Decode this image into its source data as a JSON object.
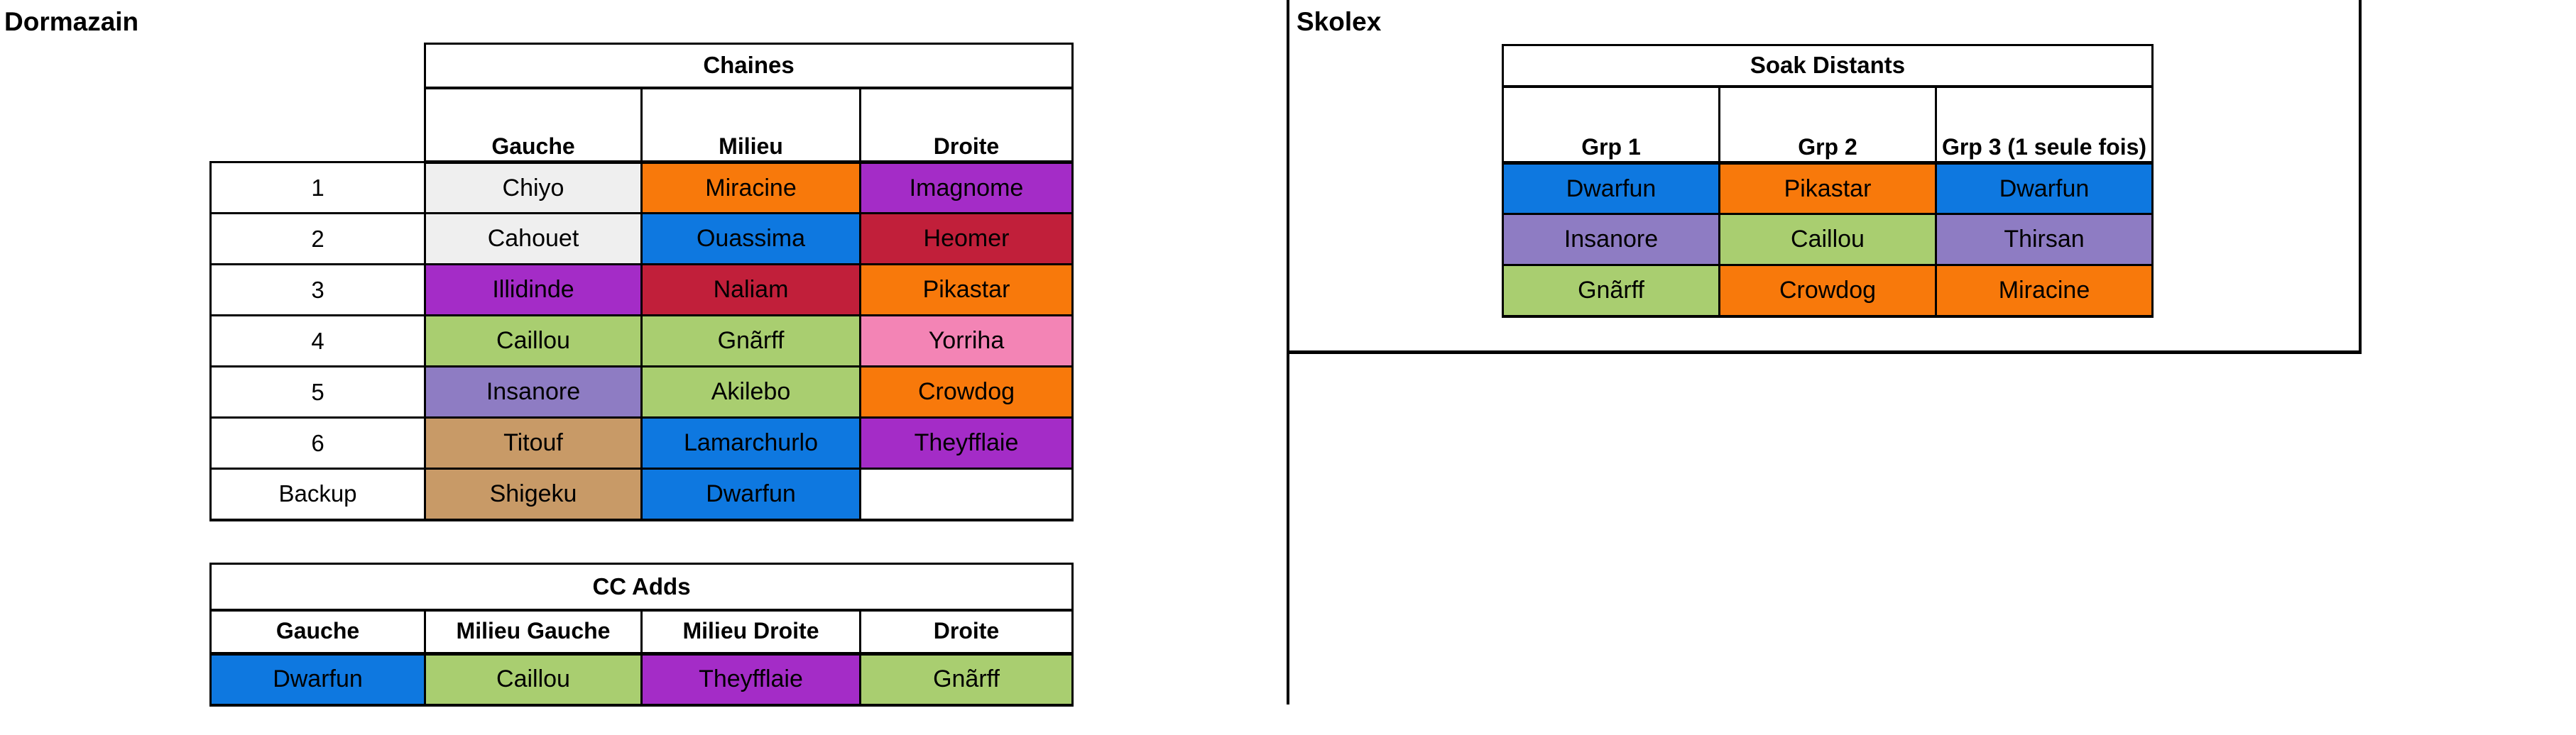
{
  "sections": {
    "dormazain": {
      "label": "Dormazain"
    },
    "skolex": {
      "label": "Skolex"
    }
  },
  "palette": {
    "white": "#ffffff",
    "gray": "#efefef",
    "orange": "#f8790b",
    "blue": "#0e78e0",
    "crimson": "#c11f3a",
    "purple": "#a42cc7",
    "violet": "#8e7cc3",
    "green": "#a9ce70",
    "pink": "#f384b5",
    "tan": "#c89a67"
  },
  "tables": {
    "chaines": {
      "title": "Chaines",
      "headers": [
        "Gauche",
        "Milieu",
        "Droite"
      ],
      "rows": [
        {
          "label": "1",
          "cells": [
            {
              "text": "Chiyo",
              "bg": "gray"
            },
            {
              "text": "Miracine",
              "bg": "orange"
            },
            {
              "text": "Imagnome",
              "bg": "purple"
            }
          ]
        },
        {
          "label": "2",
          "cells": [
            {
              "text": "Cahouet",
              "bg": "gray"
            },
            {
              "text": "Ouassima",
              "bg": "blue"
            },
            {
              "text": "Heomer",
              "bg": "crimson"
            }
          ]
        },
        {
          "label": "3",
          "cells": [
            {
              "text": "Illidinde",
              "bg": "purple"
            },
            {
              "text": "Naliam",
              "bg": "crimson"
            },
            {
              "text": "Pikastar",
              "bg": "orange"
            }
          ]
        },
        {
          "label": "4",
          "cells": [
            {
              "text": "Caillou",
              "bg": "green"
            },
            {
              "text": "Gnãrff",
              "bg": "green"
            },
            {
              "text": "Yorriha",
              "bg": "pink"
            }
          ]
        },
        {
          "label": "5",
          "cells": [
            {
              "text": "Insanore",
              "bg": "violet"
            },
            {
              "text": "Akilebo",
              "bg": "green"
            },
            {
              "text": "Crowdog",
              "bg": "orange"
            }
          ]
        },
        {
          "label": "6",
          "cells": [
            {
              "text": "Titouf",
              "bg": "tan"
            },
            {
              "text": "Lamarchurlo",
              "bg": "blue"
            },
            {
              "text": "Theyfflaie",
              "bg": "purple"
            }
          ]
        },
        {
          "label": "Backup",
          "cells": [
            {
              "text": "Shigeku",
              "bg": "tan"
            },
            {
              "text": "Dwarfun",
              "bg": "blue"
            },
            {
              "text": "",
              "bg": "white"
            }
          ]
        }
      ]
    },
    "cc_adds": {
      "title": "CC Adds",
      "headers": [
        "Gauche",
        "Milieu Gauche",
        "Milieu Droite",
        "Droite"
      ],
      "cells": [
        {
          "text": "Dwarfun",
          "bg": "blue"
        },
        {
          "text": "Caillou",
          "bg": "green"
        },
        {
          "text": "Theyfflaie",
          "bg": "purple"
        },
        {
          "text": "Gnãrff",
          "bg": "green"
        }
      ]
    },
    "soak_distants": {
      "title": "Soak Distants",
      "headers": [
        "Grp 1",
        "Grp 2",
        "Grp 3 (1 seule fois)"
      ],
      "rows": [
        {
          "cells": [
            {
              "text": "Dwarfun",
              "bg": "blue"
            },
            {
              "text": "Pikastar",
              "bg": "orange"
            },
            {
              "text": "Dwarfun",
              "bg": "blue"
            }
          ]
        },
        {
          "cells": [
            {
              "text": "Insanore",
              "bg": "violet"
            },
            {
              "text": "Caillou",
              "bg": "green"
            },
            {
              "text": "Thirsan",
              "bg": "violet"
            }
          ]
        },
        {
          "cells": [
            {
              "text": "Gnãrff",
              "bg": "green"
            },
            {
              "text": "Crowdog",
              "bg": "orange"
            },
            {
              "text": "Miracine",
              "bg": "orange"
            }
          ]
        }
      ]
    }
  }
}
